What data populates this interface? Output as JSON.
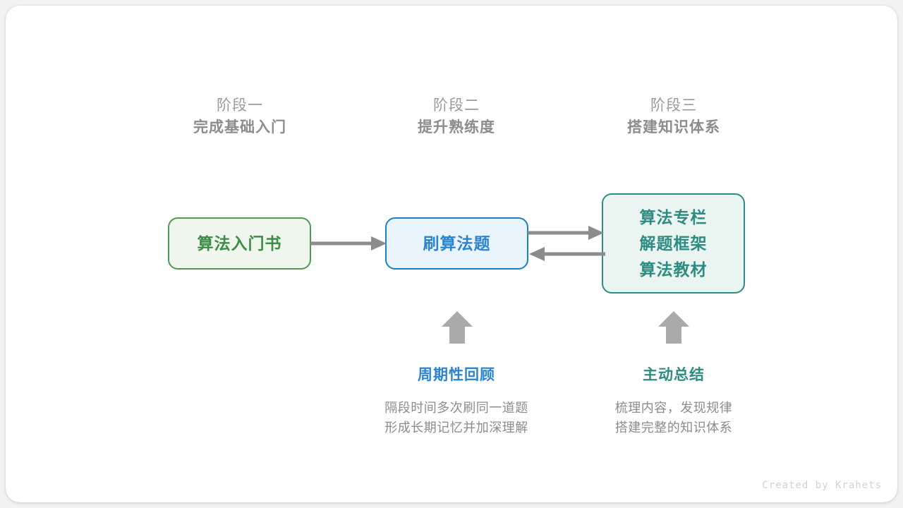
{
  "canvas": {
    "background": "#ffffff",
    "page_background": "#f2f2f2"
  },
  "stages": [
    {
      "sub": "阶段一",
      "title": "完成基础入门"
    },
    {
      "sub": "阶段二",
      "title": "提升熟练度"
    },
    {
      "sub": "阶段三",
      "title": "搭建知识体系"
    }
  ],
  "nodes": [
    {
      "id": "book",
      "lines": [
        "算法入门书"
      ],
      "fill": "#eef6ee",
      "border": "#4f9a53",
      "text": "#3f8b46"
    },
    {
      "id": "practice",
      "lines": [
        "刷算法题"
      ],
      "fill": "#e9f4fd",
      "border": "#1a80c9",
      "text": "#2a84d2"
    },
    {
      "id": "resources",
      "lines": [
        "算法专栏",
        "解题框架",
        "算法教材"
      ],
      "fill": "#eaf5f2",
      "border": "#2f8c85",
      "text": "#2e8b82"
    }
  ],
  "connectors": {
    "color": "#8c8c8c",
    "book_to_practice": "arrow-right",
    "practice_to_resources": "arrow-right",
    "resources_to_practice": "arrow-left",
    "up_arrow_review": "arrow-up",
    "up_arrow_summary": "arrow-up"
  },
  "annotations": [
    {
      "id": "review",
      "title": "周期性回顾",
      "title_color": "#2a84d2",
      "desc_line1": "隔段时间多次刷同一道题",
      "desc_line2": "形成长期记忆并加深理解"
    },
    {
      "id": "summary",
      "title": "主动总结",
      "title_color": "#2e8b82",
      "desc_line1": "梳理内容，发现规律",
      "desc_line2": "搭建完整的知识体系"
    }
  ],
  "credit": "Created by Krahets"
}
